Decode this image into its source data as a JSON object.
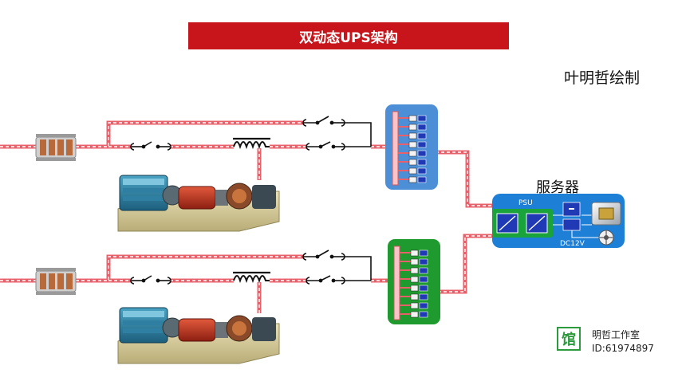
{
  "title": "双动态UPS架构",
  "author": "叶明哲绘制",
  "server": {
    "title": "服务器",
    "psu_label": "PSU",
    "dc_label": "DC12V"
  },
  "watermark": {
    "stamp": "馆",
    "studio": "明哲工作室",
    "id": "ID:61974897"
  },
  "colors": {
    "title_bg": "#c8151b",
    "cable": "#e8606a",
    "pdu_blue": "#4d8fd6",
    "pdu_green": "#1f9a2e",
    "server_box": "#1e7fd6",
    "psu_green": "#19a33a",
    "chip_blue": "#1f3ab4"
  },
  "icons": [
    "transformer-icon",
    "breaker-icon",
    "choke-coil-icon",
    "diesel-rotary-ups-icon",
    "psu-converter-icon",
    "cpu-chip-icon",
    "fan-icon"
  ]
}
